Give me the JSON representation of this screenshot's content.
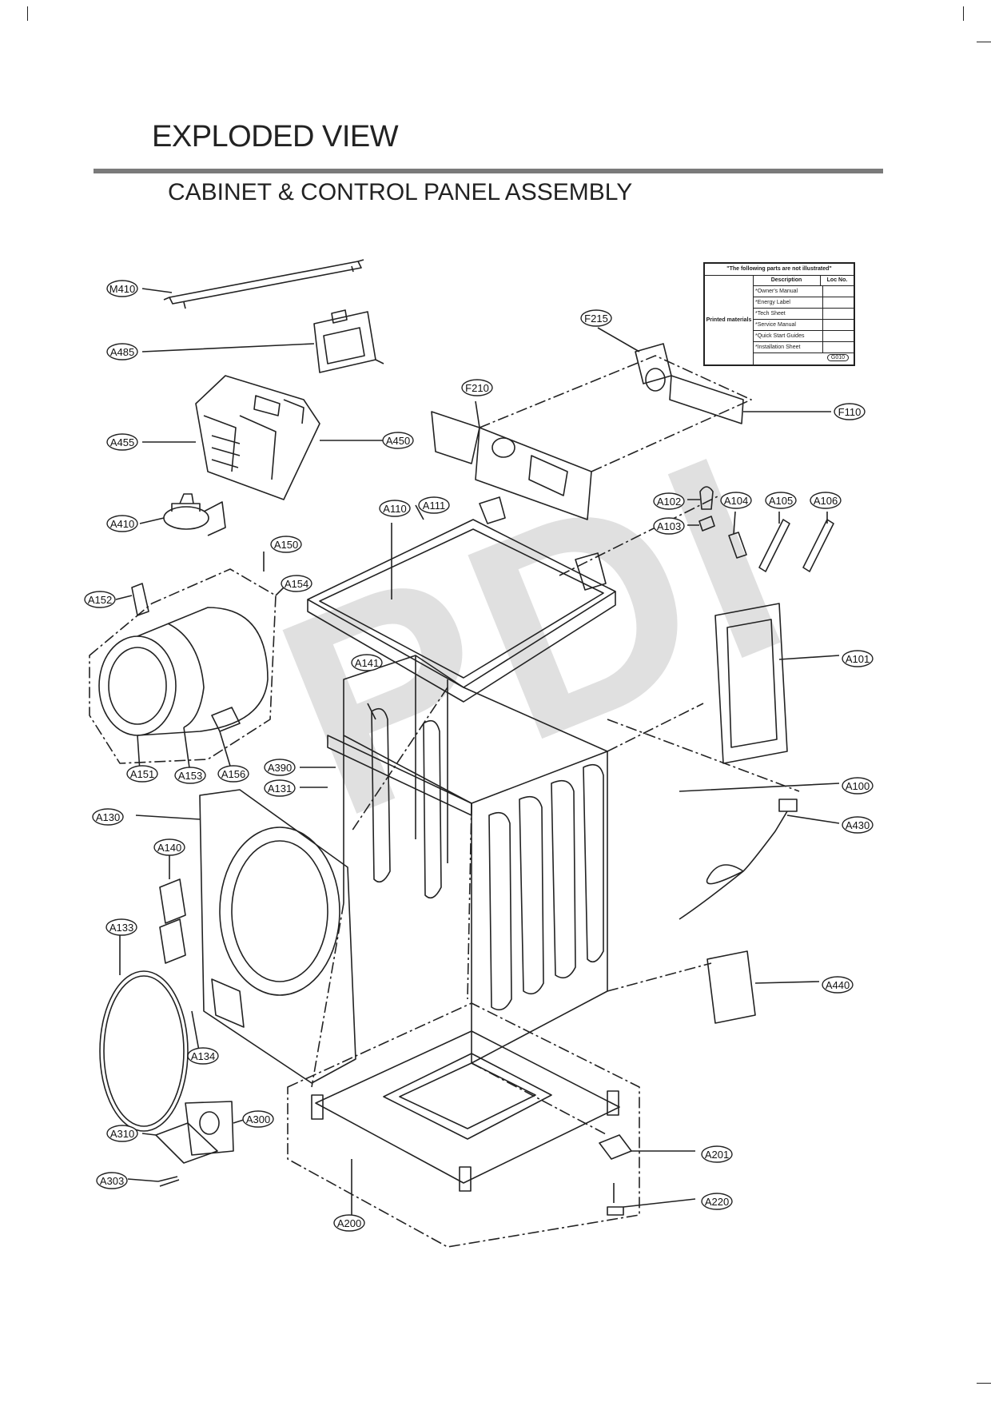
{
  "page": {
    "title": "EXPLODED VIEW",
    "subtitle": "CABINET  & CONTROL PANEL ASSEMBLY",
    "watermark": "PDI"
  },
  "not_illustrated": {
    "heading": "\"The following parts are not illustrated\"",
    "group_label": "Printed materials",
    "col_description": "Description",
    "col_location": "Loc No.",
    "items": [
      "*Owner's Manual",
      "*Energy Label",
      "*Tech Sheet",
      "*Service Manual",
      "*Quick Start Guides",
      "*Installation Sheet"
    ],
    "code": "G010"
  },
  "labels": [
    {
      "id": "M410"
    },
    {
      "id": "A485"
    },
    {
      "id": "A455"
    },
    {
      "id": "A450"
    },
    {
      "id": "A410"
    },
    {
      "id": "A150"
    },
    {
      "id": "A154"
    },
    {
      "id": "A152"
    },
    {
      "id": "A151"
    },
    {
      "id": "A153"
    },
    {
      "id": "A156"
    },
    {
      "id": "A110"
    },
    {
      "id": "A111"
    },
    {
      "id": "A141"
    },
    {
      "id": "A390"
    },
    {
      "id": "A131"
    },
    {
      "id": "A130"
    },
    {
      "id": "A140"
    },
    {
      "id": "A133"
    },
    {
      "id": "A134"
    },
    {
      "id": "A310"
    },
    {
      "id": "A300"
    },
    {
      "id": "A303"
    },
    {
      "id": "A200"
    },
    {
      "id": "F215"
    },
    {
      "id": "F210"
    },
    {
      "id": "F110"
    },
    {
      "id": "A102"
    },
    {
      "id": "A103"
    },
    {
      "id": "A104"
    },
    {
      "id": "A105"
    },
    {
      "id": "A106"
    },
    {
      "id": "A101"
    },
    {
      "id": "A100"
    },
    {
      "id": "A430"
    },
    {
      "id": "A440"
    },
    {
      "id": "A201"
    },
    {
      "id": "A220"
    }
  ]
}
